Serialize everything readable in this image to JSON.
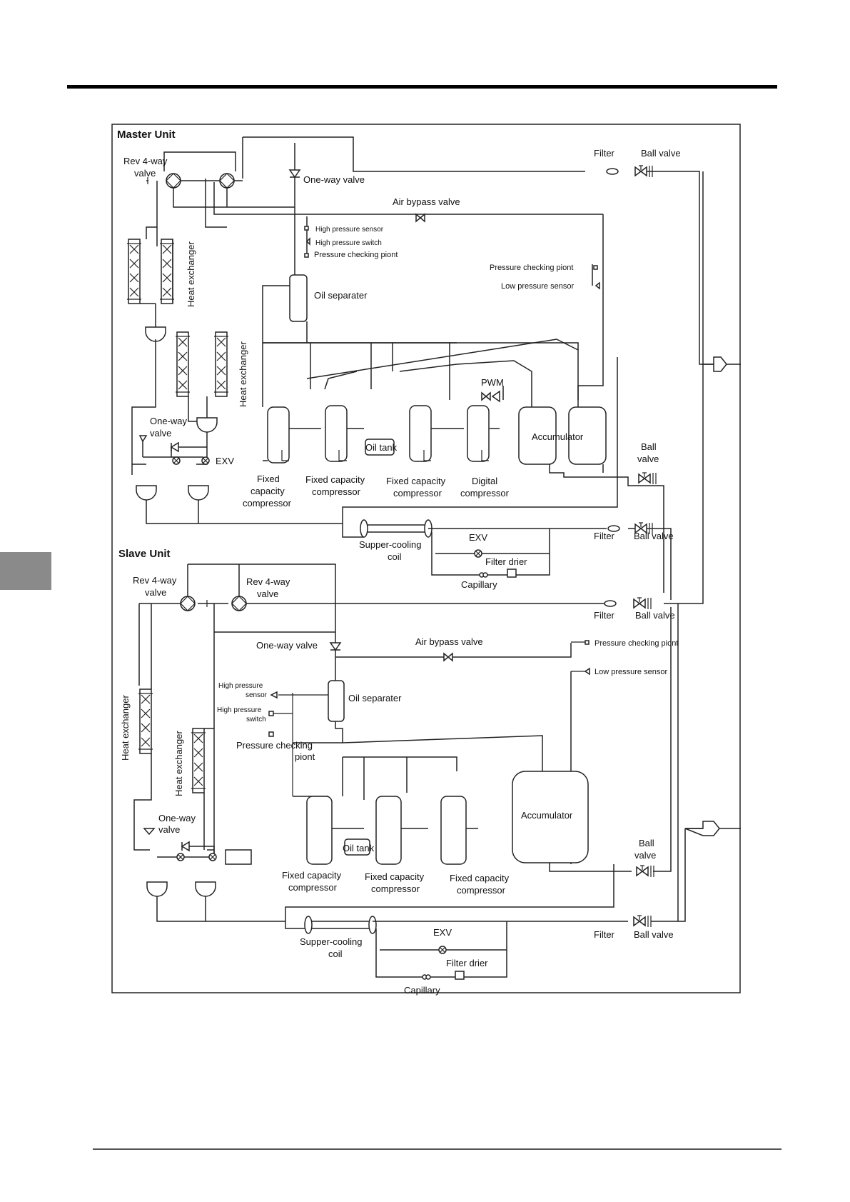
{
  "master": {
    "title": "Master Unit",
    "rev4way": "Rev 4-way",
    "rev4way_2": "valve",
    "filter_top": "Filter",
    "ballvalve_top": "Ball valve",
    "oneway_top": "One-way valve",
    "air_bypass": "Air bypass valve",
    "hp_sensor": "High pressure sensor",
    "hp_switch": "High pressure switch",
    "pcp_left": "Pressure checking piont",
    "pcp_right": "Pressure checking piont",
    "lp_sensor": "Low pressure sensor",
    "heat_exchanger_1": "Heat exchanger",
    "heat_exchanger_2": "Heat exchanger",
    "oil_separator": "Oil separater",
    "pwm": "PWM",
    "oneway_left_1": "One-way",
    "oneway_left_2": "valve",
    "exv_left": "EXV",
    "oil_tank": "Oil tank",
    "accumulator": "Accumulator",
    "ball_valve_mid_1": "Ball",
    "ball_valve_mid_2": "valve",
    "comp1_l1": "Fixed",
    "comp1_l2": "capacity",
    "comp1_l3": "compressor",
    "comp2_l1": "Fixed capacity",
    "comp2_l2": "compressor",
    "comp3_l1": "Fixed capacity",
    "comp3_l2": "compressor",
    "comp4_l1": "Digital",
    "comp4_l2": "compressor",
    "supercool_1": "Supper-cooling",
    "supercool_2": "coil",
    "exv_sc": "EXV",
    "filter_drier": "Filter drier",
    "capillary": "Capillary",
    "filter_lower": "Filter",
    "ballvalve_lower": "Ball valve"
  },
  "slave": {
    "title": "Slave Unit",
    "rev4way_a1": "Rev 4-way",
    "rev4way_a2": "valve",
    "rev4way_b1": "Rev 4-way",
    "rev4way_b2": "valve",
    "filter_top": "Filter",
    "ballvalve_top": "Ball valve",
    "oneway_top": "One-way valve",
    "air_bypass": "Air bypass valve",
    "pcp_right": "Pressure checking piont",
    "lp_sensor": "Low pressure sensor",
    "hp_sensor_1": "High pressure",
    "hp_sensor_2": "sensor",
    "hp_switch_1": "High pressure",
    "hp_switch_2": "switch",
    "pcp_left_1": "Pressure checking",
    "pcp_left_2": "piont",
    "oil_separator": "Oil separater",
    "heat_exchanger_1": "Heat exchanger",
    "heat_exchanger_2": "Heat exchanger",
    "oneway_left_1": "One-way",
    "oneway_left_2": "valve",
    "oil_tank": "Oil tank",
    "accumulator": "Accumulator",
    "ball_valve_mid_1": "Ball",
    "ball_valve_mid_2": "valve",
    "comp1_l1": "Fixed capacity",
    "comp1_l2": "compressor",
    "comp2_l1": "Fixed capacity",
    "comp2_l2": "compressor",
    "comp3_l1": "Fixed capacity",
    "comp3_l2": "compressor",
    "supercool_1": "Supper-cooling",
    "supercool_2": "coil",
    "exv_sc": "EXV",
    "filter_drier": "Filter drier",
    "capillary": "Capillary",
    "filter_lower": "Filter",
    "ballvalve_lower": "Ball valve"
  }
}
